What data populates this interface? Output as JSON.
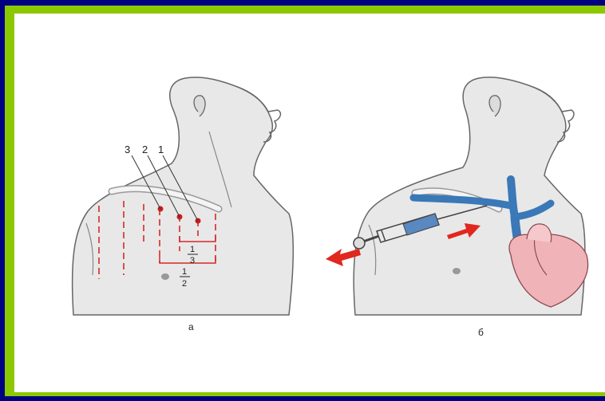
{
  "figure": {
    "panel_a": {
      "caption": "а",
      "point_labels": [
        "3",
        "2",
        "1"
      ],
      "fraction_third": {
        "num": "1",
        "den": "3"
      },
      "fraction_half": {
        "num": "1",
        "den": "2"
      }
    },
    "panel_b": {
      "caption": "б"
    }
  },
  "colors": {
    "outer_frame": "#000080",
    "border": "#8cc800",
    "background": "#ffffff",
    "marking": "#d62828",
    "arrow": "#e0281e",
    "vein": "#3a78b8",
    "heart": "#f0b4b8",
    "skin": "#e6e6e6",
    "outline": "#555555"
  }
}
